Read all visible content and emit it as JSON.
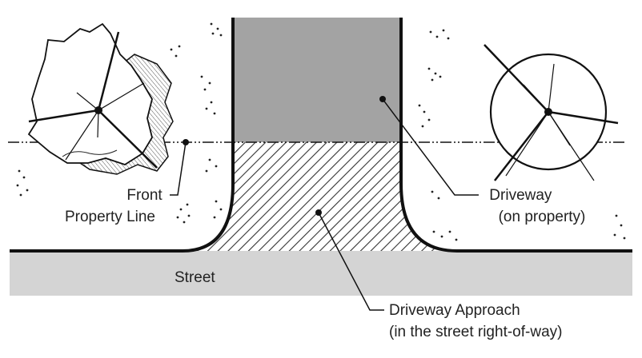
{
  "labels": {
    "front_property_line": [
      "Front",
      "Property Line"
    ],
    "driveway": [
      "Driveway",
      "(on property)"
    ],
    "street": "Street",
    "driveway_approach": [
      "Driveway Approach",
      "(in the street right-of-way)"
    ]
  },
  "colors": {
    "driveway_fill": "#a3a3a3",
    "street_fill": "#d4d4d4",
    "hatch_fill": "#b9b9b9",
    "line": "#111111"
  },
  "icons": {
    "left_tree": "irregular-canopy-tree-icon",
    "right_tree": "round-canopy-tree-icon"
  }
}
